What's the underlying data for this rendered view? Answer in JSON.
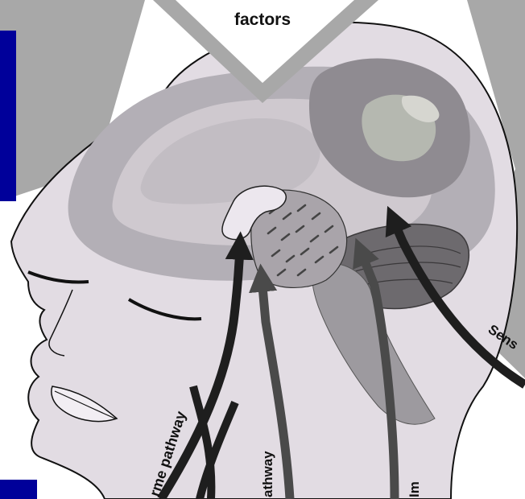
{
  "labels": {
    "top_banner": "factors",
    "sensory_pathway": "Sens",
    "left_pathway": "rme pathway",
    "middle_pathway": "athway",
    "right_pathway": "Im"
  },
  "colors": {
    "navy_panel": "#00009a",
    "gray_panel": "#a8a8a8",
    "head_fill": "#e2dce3",
    "brain_light": "#cfc9cf",
    "brain_mid": "#b3afb6",
    "brain_dark": "#8f8b91",
    "cerebellum": "#6d6a6e",
    "arrow_dark": "#1e1e1e",
    "arrow_gray": "#4a4a4a"
  }
}
